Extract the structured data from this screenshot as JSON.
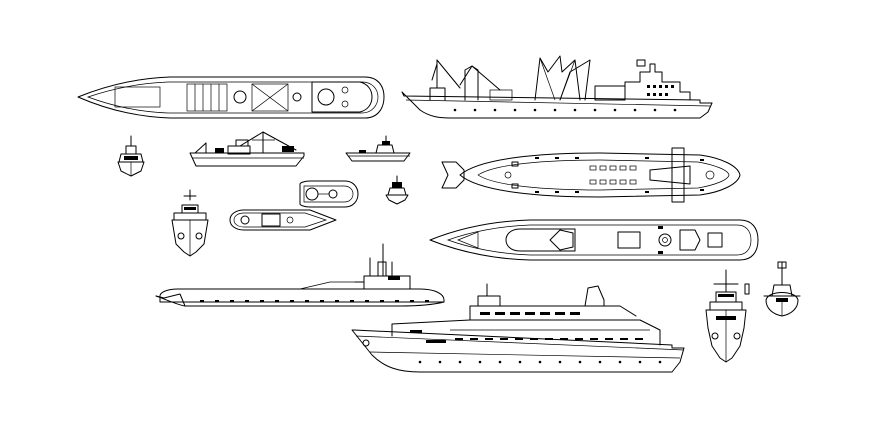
{
  "drawing": {
    "background": "#ffffff",
    "line_color": "#000000",
    "text_labels": []
  },
  "ships": [
    {
      "id": "cargo-ship-plan-view",
      "view": "top"
    },
    {
      "id": "cargo-ship-side-view",
      "view": "side"
    },
    {
      "id": "small-boat-front-view",
      "view": "front"
    },
    {
      "id": "fishing-trawler-side-view",
      "view": "side"
    },
    {
      "id": "small-motorboat-side-view",
      "view": "side"
    },
    {
      "id": "submarine-plan-view",
      "view": "top"
    },
    {
      "id": "speedboat-plan-view",
      "view": "top"
    },
    {
      "id": "buoy-boat-front-view",
      "view": "front"
    },
    {
      "id": "patrol-boat-front-view",
      "view": "front"
    },
    {
      "id": "tugboat-plan-view",
      "view": "top"
    },
    {
      "id": "cruise-liner-plan-view",
      "view": "top"
    },
    {
      "id": "submarine-side-view",
      "view": "side"
    },
    {
      "id": "passenger-ferry-side-view",
      "view": "side"
    },
    {
      "id": "warship-front-view",
      "view": "front"
    },
    {
      "id": "submarine-front-view",
      "view": "front"
    }
  ]
}
